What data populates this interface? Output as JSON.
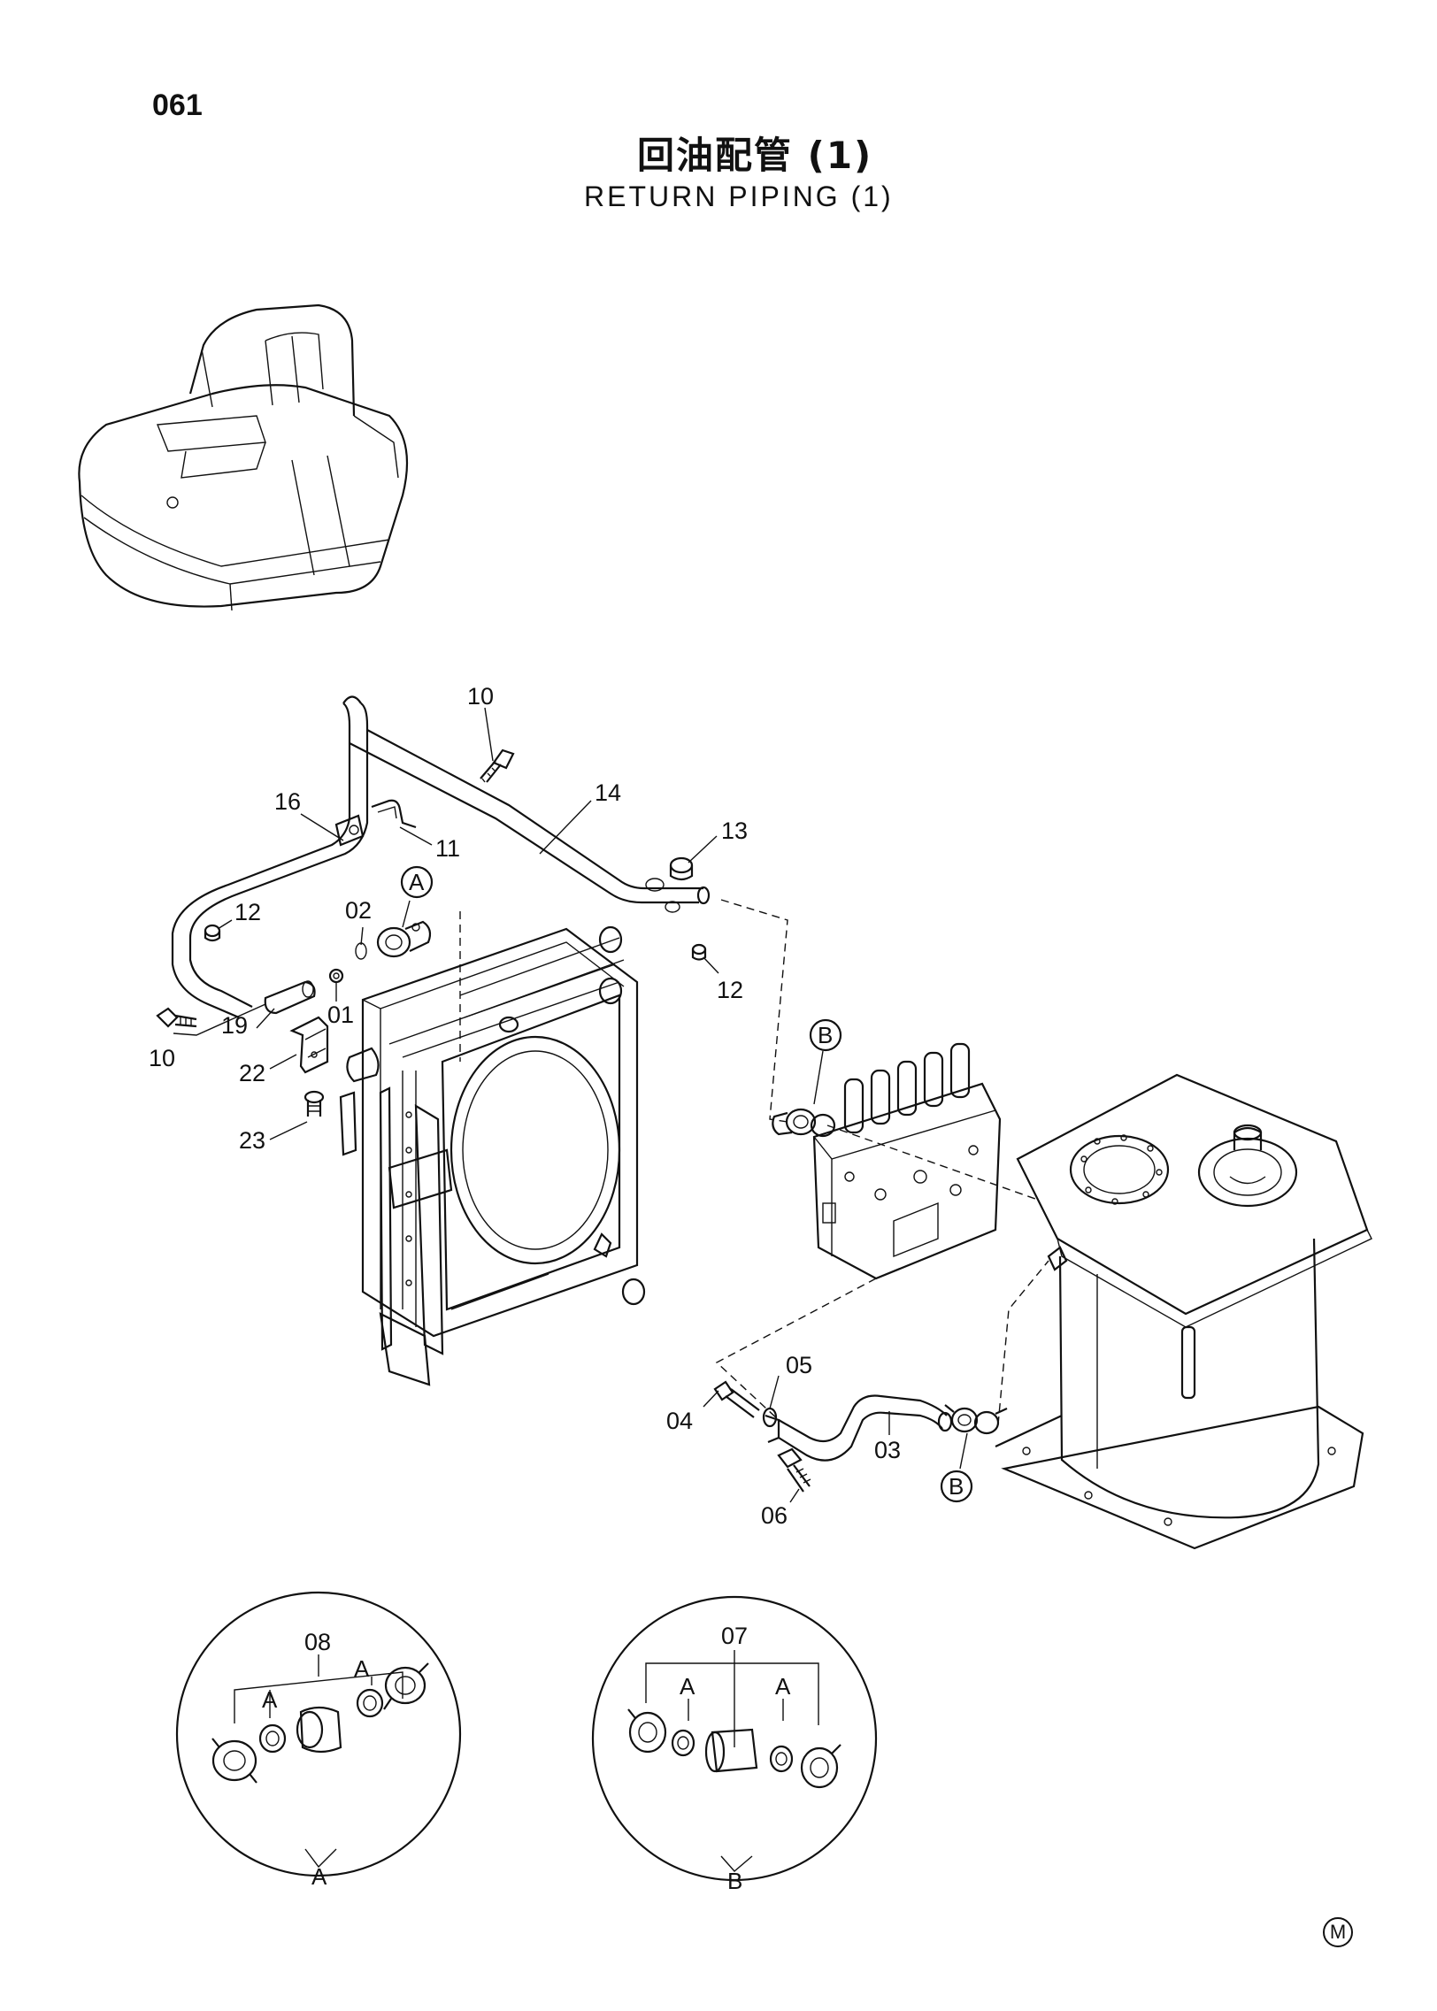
{
  "header": {
    "page_number": "061",
    "title_cn": "回油配管 (1)",
    "title_en": "RETURN PIPING (1)"
  },
  "callouts": {
    "c10a": "10",
    "c14": "14",
    "c16": "16",
    "c11": "11",
    "c13": "13",
    "c12a": "12",
    "c02": "02",
    "c01": "01",
    "c12b": "12",
    "c10b": "10",
    "c19": "19",
    "c22": "22",
    "c23": "23",
    "c05": "05",
    "c04": "04",
    "c03": "03",
    "c06": "06",
    "c08": "08",
    "c07": "07"
  },
  "circle_refs": {
    "a": "A",
    "b": "B"
  },
  "detail_a": {
    "label": "A",
    "sub_a": "A"
  },
  "detail_b": {
    "label": "B",
    "sub_a": "A"
  },
  "footer_mark": "M"
}
